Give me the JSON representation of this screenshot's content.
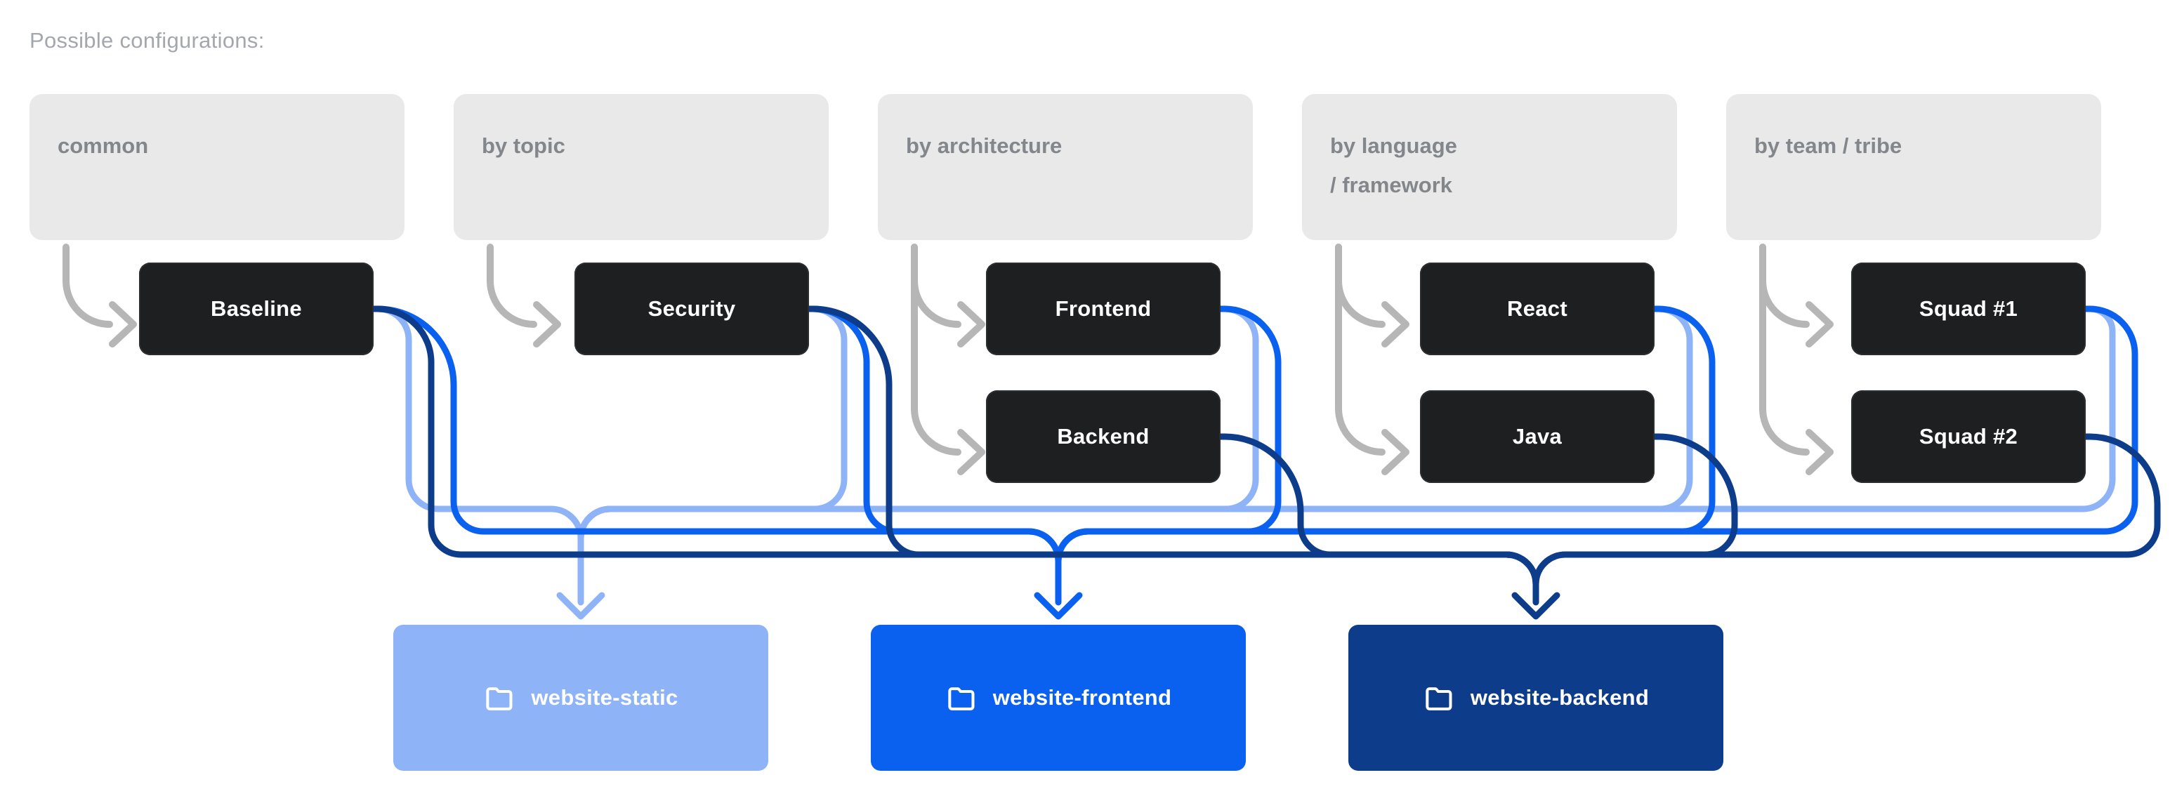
{
  "title": "Possible configurations:",
  "columns": [
    {
      "label": "common",
      "targets": [
        "Baseline"
      ]
    },
    {
      "label": "by topic",
      "targets": [
        "Security"
      ]
    },
    {
      "label": "by architecture",
      "targets": [
        "Frontend",
        "Backend"
      ]
    },
    {
      "label": "by language\n/ framework",
      "targets": [
        "React",
        "Java"
      ]
    },
    {
      "label": "by team / tribe",
      "targets": [
        "Squad #1",
        "Squad #2"
      ]
    }
  ],
  "outputs": [
    {
      "label": "website-static",
      "color": "#8fb3f7",
      "icon": "folder-icon"
    },
    {
      "label": "website-frontend",
      "color": "#0a60ef",
      "icon": "folder-icon"
    },
    {
      "label": "website-backend",
      "color": "#0d3d8a",
      "icon": "folder-icon"
    }
  ],
  "connections": [
    {
      "from": "Baseline",
      "to": "website-static"
    },
    {
      "from": "Baseline",
      "to": "website-frontend"
    },
    {
      "from": "Baseline",
      "to": "website-backend"
    },
    {
      "from": "Security",
      "to": "website-static"
    },
    {
      "from": "Security",
      "to": "website-frontend"
    },
    {
      "from": "Security",
      "to": "website-backend"
    },
    {
      "from": "Frontend",
      "to": "website-static"
    },
    {
      "from": "Frontend",
      "to": "website-frontend"
    },
    {
      "from": "Backend",
      "to": "website-backend"
    },
    {
      "from": "React",
      "to": "website-static"
    },
    {
      "from": "React",
      "to": "website-frontend"
    },
    {
      "from": "Java",
      "to": "website-backend"
    },
    {
      "from": "Squad #1",
      "to": "website-static"
    },
    {
      "from": "Squad #1",
      "to": "website-frontend"
    },
    {
      "from": "Squad #2",
      "to": "website-backend"
    }
  ],
  "colors": {
    "background": "#ffffff",
    "title_text": "#a4a8ac",
    "category_box": "#e9e9ea",
    "category_text": "#83878b",
    "gray_arrow": "#b6b6b6",
    "config_node": "#1d1f21",
    "config_node_text": "#ffffff",
    "edge_light": "#8fb3f7",
    "edge_medium": "#0a60ef",
    "edge_dark": "#0d3d8a"
  }
}
